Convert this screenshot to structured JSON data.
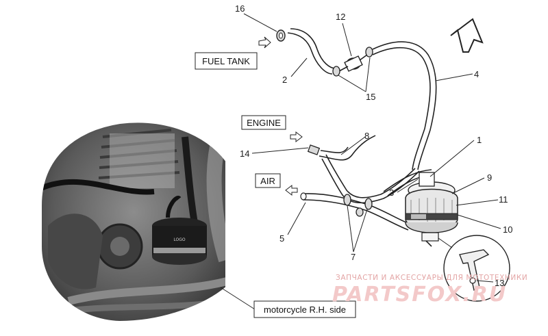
{
  "labels": {
    "fuel_tank": "FUEL TANK",
    "engine": "ENGINE",
    "air": "AIR",
    "photo_caption": "motorcycle R.H. side"
  },
  "callouts": {
    "c1": "1",
    "c2": "2",
    "c3": "3",
    "c4": "4",
    "c5": "5",
    "c7": "7",
    "c8": "8",
    "c9": "9",
    "c10": "10",
    "c11": "11",
    "c12": "12",
    "c13": "13",
    "c14": "14",
    "c15": "15",
    "c16": "16"
  },
  "watermark": {
    "line1": "ЗАПЧАСТИ И АКСЕССУАРЫ ДЛЯ МОТОТЕХНИКИ",
    "line2": "PARTSFOX.RU"
  }
}
